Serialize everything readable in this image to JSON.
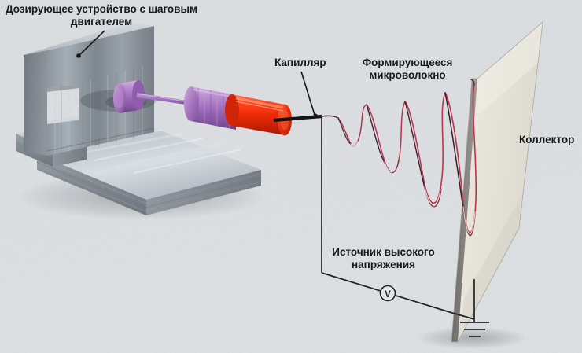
{
  "diagram": {
    "title_language": "ru",
    "type": "electrospinning-setup-schematic",
    "background_color": "#dfe2e5"
  },
  "labels": {
    "pump": "Дозирующее устройство с шаговым\nдвигателем",
    "capillary": "Капилляр",
    "fiber": "Формирующееся\nмикроволокно",
    "collector": "Коллектор",
    "high_voltage": "Источник высокого\nнапряжения",
    "voltmeter": "V"
  },
  "colors": {
    "background": "#dfe2e5",
    "metal_light": "#c9ced3",
    "metal_mid": "#9aa1a8",
    "metal_dark": "#6f767d",
    "syringe_red": "#f03010",
    "plunger_purple": "#a878c0",
    "collector_face": "#e8e5dc",
    "collector_edge": "#8c8a84",
    "fiber_red": "#c0304c",
    "fiber_dark": "#3a2830",
    "wire_black": "#1a1a1a",
    "text": "#16181a"
  },
  "parts": {
    "dosing_device": "Дозирующее устройство с шаговым двигателем",
    "capillary": "Капилляр",
    "forming_microfiber": "Формирующееся микроволокно",
    "collector": "Коллектор",
    "hv_source": "Источник высокого напряжения",
    "ground_symbol": "ground-icon"
  }
}
